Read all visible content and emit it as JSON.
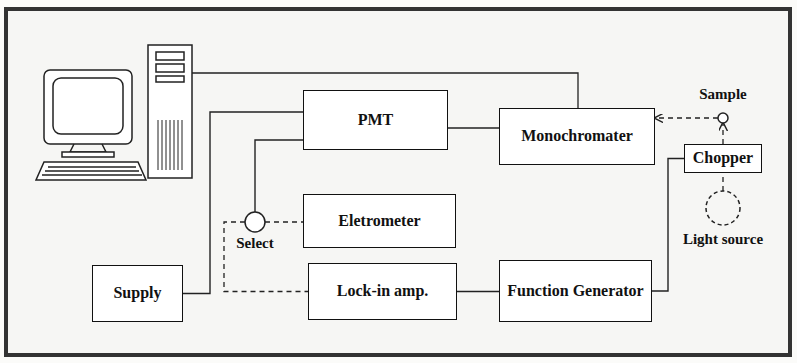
{
  "diagram": {
    "nodes": [
      {
        "text": [
          "Sample"
        ]
      },
      {
        "text": [
          "PMT"
        ]
      },
      {
        "text": [
          "Monochromater"
        ]
      },
      {
        "text": [
          "Chopper"
        ]
      },
      {
        "text": [
          "Select"
        ]
      },
      {
        "text": [
          "Eletrometer"
        ]
      },
      {
        "text": [
          "Light source"
        ]
      },
      {
        "text": [
          "Supply"
        ]
      },
      {
        "text": [
          "Lock-in amp."
        ]
      },
      {
        "text": [
          "Function Generator"
        ]
      }
    ],
    "edges": [
      {
        "from": 1,
        "to": 2,
        "arrow": "none"
      },
      {
        "from": 0,
        "to": 2,
        "arrow": "to"
      },
      {
        "from": 6,
        "to": 3,
        "arrow": "none"
      },
      {
        "from": 3,
        "to": 0,
        "arrow": "to"
      },
      {
        "from": 9,
        "to": 3,
        "arrow": "none"
      },
      {
        "from": 7,
        "to": 1,
        "arrow": "none"
      },
      {
        "from": 1,
        "to": 4,
        "arrow": "none"
      },
      {
        "from": 4,
        "to": 5,
        "arrow": "none"
      },
      {
        "from": 4,
        "to": 8,
        "arrow": "none"
      },
      {
        "from": 8,
        "to": 9,
        "arrow": "none"
      }
    ]
  }
}
